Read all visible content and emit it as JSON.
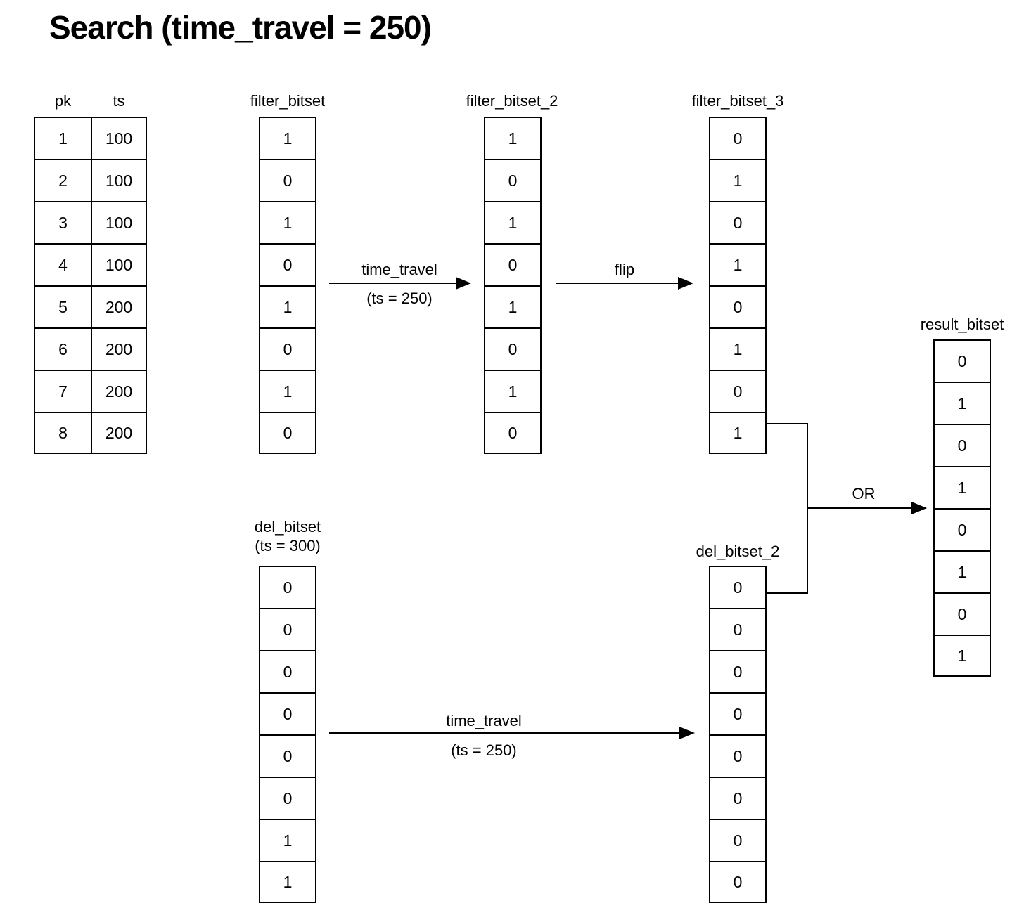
{
  "title": "Search (time_travel = 250)",
  "table": {
    "headers": {
      "pk": "pk",
      "ts": "ts"
    },
    "rows": [
      {
        "pk": "1",
        "ts": "100"
      },
      {
        "pk": "2",
        "ts": "100"
      },
      {
        "pk": "3",
        "ts": "100"
      },
      {
        "pk": "4",
        "ts": "100"
      },
      {
        "pk": "5",
        "ts": "200"
      },
      {
        "pk": "6",
        "ts": "200"
      },
      {
        "pk": "7",
        "ts": "200"
      },
      {
        "pk": "8",
        "ts": "200"
      }
    ]
  },
  "bitsets": {
    "filter_bitset": {
      "label": "filter_bitset",
      "bits": [
        "1",
        "0",
        "1",
        "0",
        "1",
        "0",
        "1",
        "0"
      ]
    },
    "filter_bitset_2": {
      "label": "filter_bitset_2",
      "bits": [
        "1",
        "0",
        "1",
        "0",
        "1",
        "0",
        "1",
        "0"
      ]
    },
    "filter_bitset_3": {
      "label": "filter_bitset_3",
      "bits": [
        "0",
        "1",
        "0",
        "1",
        "0",
        "1",
        "0",
        "1"
      ]
    },
    "del_bitset": {
      "label": "del_bitset",
      "sublabel": "(ts = 300)",
      "bits": [
        "0",
        "0",
        "0",
        "0",
        "0",
        "0",
        "1",
        "1"
      ]
    },
    "del_bitset_2": {
      "label": "del_bitset_2",
      "bits": [
        "0",
        "0",
        "0",
        "0",
        "0",
        "0",
        "0",
        "0"
      ]
    },
    "result_bitset": {
      "label": "result_bitset",
      "bits": [
        "0",
        "1",
        "0",
        "1",
        "0",
        "1",
        "0",
        "1"
      ]
    }
  },
  "arrows": {
    "time_travel_top": {
      "label": "time_travel",
      "sublabel": "(ts = 250)"
    },
    "flip": {
      "label": "flip"
    },
    "time_travel_bottom": {
      "label": "time_travel",
      "sublabel": "(ts = 250)"
    },
    "or": {
      "label": "OR"
    }
  },
  "colors": {
    "line": "#000000",
    "text": "#000000",
    "background": "#ffffff"
  }
}
